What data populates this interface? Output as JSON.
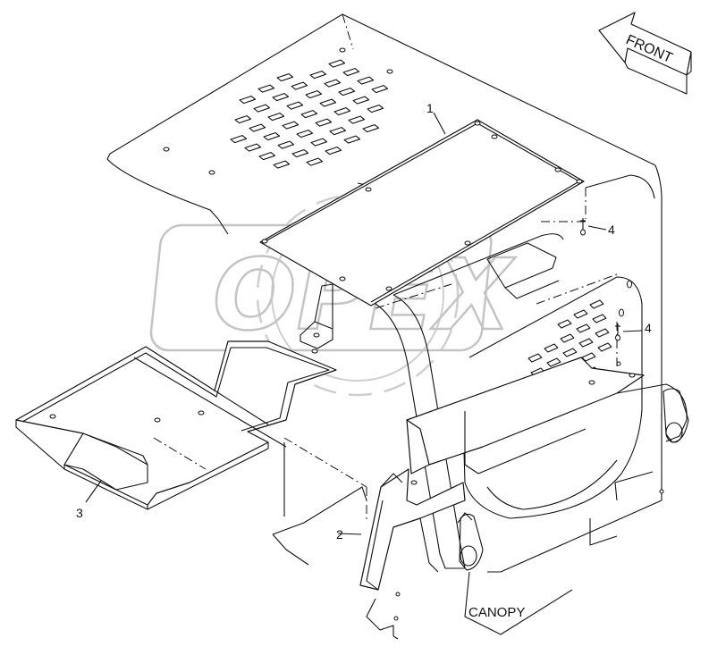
{
  "diagram": {
    "caption": "CANOPY",
    "front_arrow_label": "FRONT",
    "watermark_text": "OPEX",
    "callouts": [
      {
        "id": "callout-1",
        "label": "1"
      },
      {
        "id": "callout-2",
        "label": "2"
      },
      {
        "id": "callout-3",
        "label": "3"
      },
      {
        "id": "callout-4a",
        "label": "4"
      },
      {
        "id": "callout-4b",
        "label": "4"
      }
    ]
  },
  "colors": {
    "line": "#111111",
    "watermark": "#c4c4c4",
    "background": "#ffffff"
  }
}
